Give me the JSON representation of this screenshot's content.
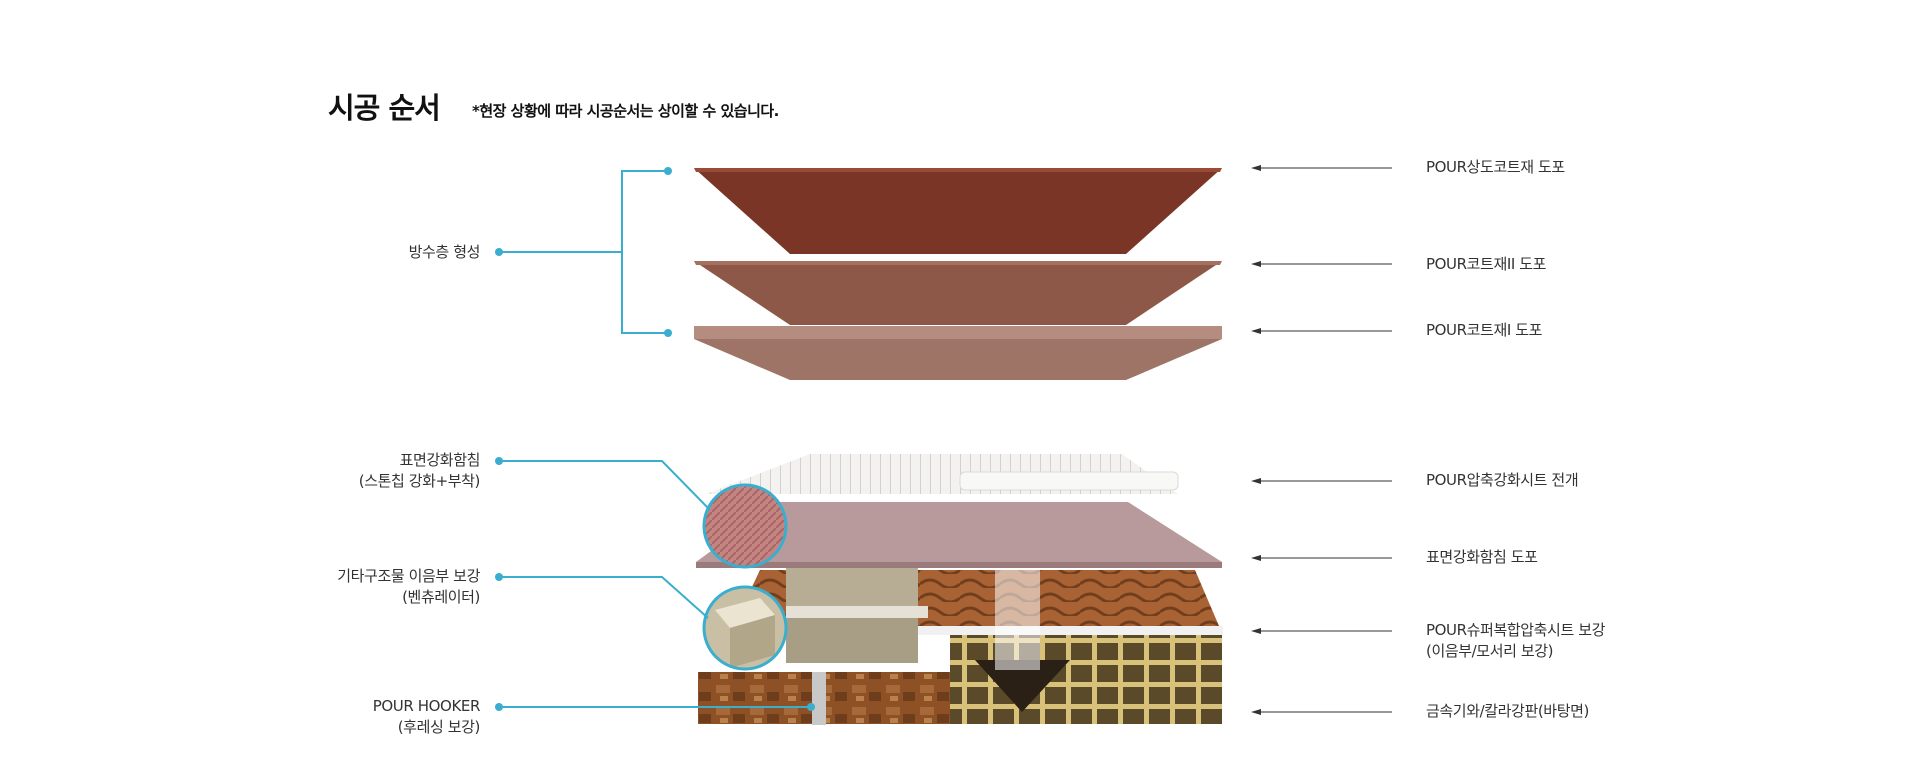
{
  "header": {
    "title": "시공 순서",
    "note": "*현장 상황에 따라 시공순서는 상이할 수 있습니다."
  },
  "left_labels": {
    "waterproof": "방수층 형성",
    "surface_1": "표면강화함침",
    "surface_2": "(스톤칩 강화+부착)",
    "other_1": "기타구조물 이음부 보강",
    "other_2": "(벤츄레이터)",
    "hooker_1": "POUR HOOKER",
    "hooker_2": "(후레싱 보강)"
  },
  "right_labels": {
    "top_coat": "POUR상도코트재 도포",
    "coat_2": "POUR코트재II 도포",
    "coat_1": "POUR코트재I 도포",
    "compress_sheet": "POUR압축강화시트 전개",
    "surface_coat": "표면강화함침 도포",
    "super_sheet_1": "POUR슈퍼복합압축시트 보강",
    "super_sheet_2": "(이음부/모서리 보강)",
    "base": "금속기와/칼라강판(바탕면)"
  },
  "colors": {
    "accent": "#3aaecf",
    "top_coat": "#7a3526",
    "coat_2": "#8e5848",
    "coat_1": "#9e7466",
    "surface_coat": "#b89a9c",
    "base": "#9a5a30"
  }
}
